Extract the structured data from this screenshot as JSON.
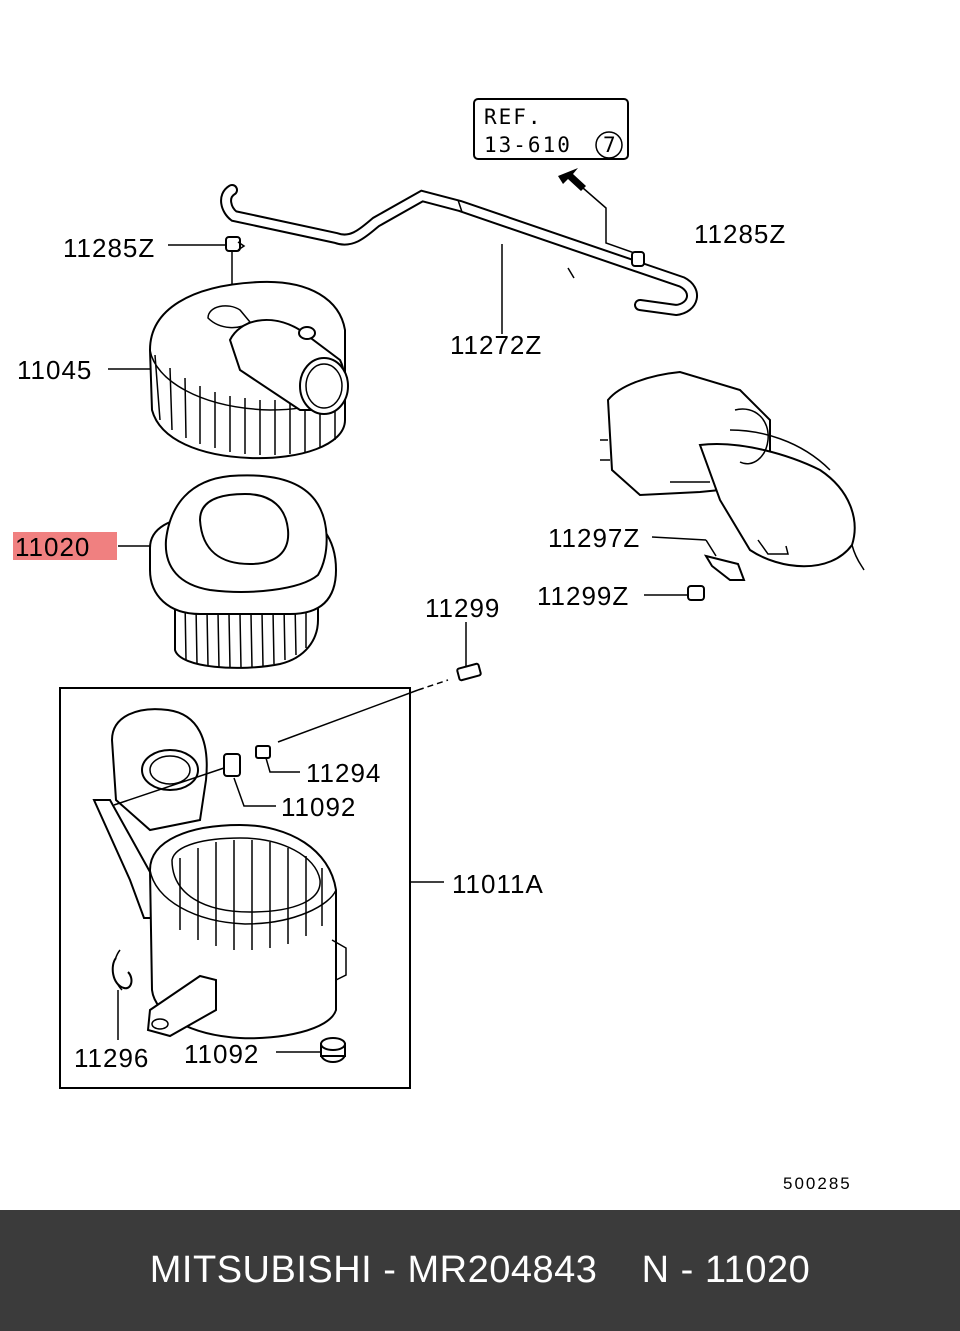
{
  "diagram": {
    "ref_box": {
      "line1": "REF.",
      "line2": "13-610",
      "circle_num": "7"
    },
    "labels": {
      "p11285z_left": "11285Z",
      "p11285z_right": "11285Z",
      "p11272z": "11272Z",
      "p11045": "11045",
      "p11020": "11020",
      "p11297z": "11297Z",
      "p11299z": "11299Z",
      "p11299": "11299",
      "p11294": "11294",
      "p11092_upper": "11092",
      "p11011a": "11011A",
      "p11296": "11296",
      "p11092_lower": "11092"
    },
    "highlight": {
      "label": "p11020",
      "color": "#f08080"
    },
    "drawing_code": "500285"
  },
  "footer": {
    "brand": "MITSUBISHI",
    "part_number": "MR204843",
    "position": "N - 11020",
    "separator": " - ",
    "gap": "    ",
    "background": "#3b3b3b"
  }
}
